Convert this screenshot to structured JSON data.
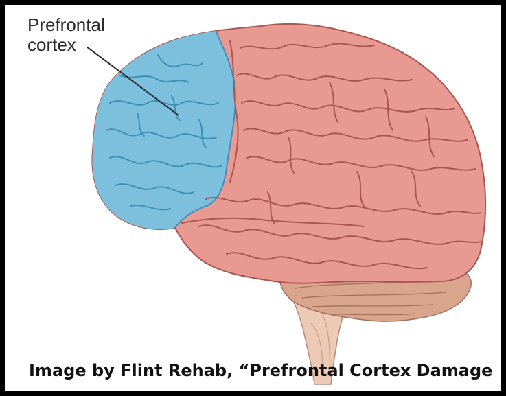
{
  "labels": {
    "prefrontal_line1": "Prefrontal",
    "prefrontal_line2": "cortex"
  },
  "caption": "Image by Flint Rehab, “Prefrontal Cortex Damage",
  "colors": {
    "prefrontal": "#7cc0de",
    "prefrontal_gyri": "#3f8db5",
    "cortex": "#e89a92",
    "cortex_gyri": "#a8554f",
    "cerebellum": "#d9a58d",
    "brainstem": "#eccab6",
    "frame": "#000000"
  },
  "icons": {
    "brain": "brain-illustration-icon"
  }
}
